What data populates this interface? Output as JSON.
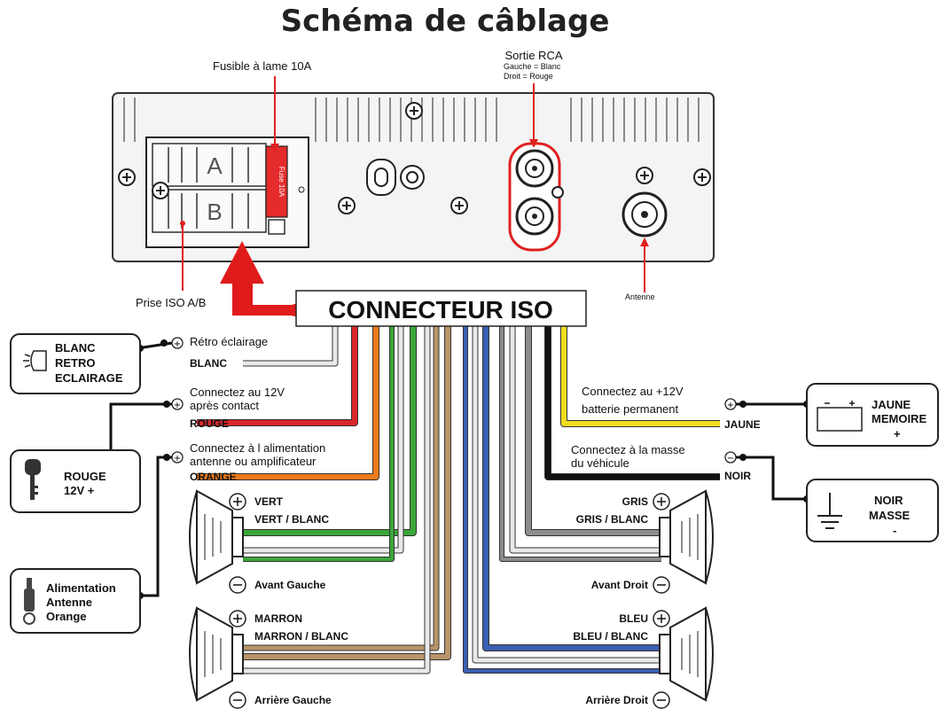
{
  "title": "Schéma de câblage",
  "head_unit": {
    "fuse_label": "Fusible à lame 10A",
    "fuse_marking": "Fuse 10A",
    "slot_a": "A",
    "slot_b": "B",
    "rca_title": "Sortie RCA",
    "rca_left": "Gauche = Blanc",
    "rca_right": "Droit = Rouge",
    "antenna_label": "Antenne",
    "iso_socket_label": "Prise ISO A/B"
  },
  "connector_label": "CONNECTEUR ISO",
  "left_wires": {
    "backlight_desc": "Rétro éclairage",
    "backlight_color": "BLANC",
    "ignition_desc_1": "Connectez au 12V",
    "ignition_desc_2": "après contact",
    "ignition_color": "ROUGE",
    "amp_desc_1": "Connectez à l alimentation",
    "amp_desc_2": "antenne ou amplificateur",
    "amp_color": "ORANGE"
  },
  "right_wires": {
    "battery_desc_1": "Connectez  au +12V",
    "battery_desc_2": "batterie permanent",
    "battery_color": "JAUNE",
    "ground_desc_1": "Connectez à la masse",
    "ground_desc_2": "du véhicule",
    "ground_color": "NOIR"
  },
  "boxes": {
    "backlight": [
      "BLANC",
      "RETRO",
      "ECLAIRAGE"
    ],
    "ignition": [
      "ROUGE",
      "12V +"
    ],
    "amp": [
      "Alimentation",
      "Antenne",
      "Orange"
    ],
    "memory": [
      "JAUNE",
      "MEMOIRE",
      "+"
    ],
    "ground": [
      "NOIR",
      "MASSE",
      "-"
    ]
  },
  "speakers": {
    "front_left": {
      "pos": "VERT",
      "neg": "VERT / BLANC",
      "name": "Avant Gauche"
    },
    "rear_left": {
      "pos": "MARRON",
      "neg": "MARRON / BLANC",
      "name": "Arrière Gauche"
    },
    "front_right": {
      "pos": "GRIS",
      "neg": "GRIS / BLANC",
      "name": "Avant Droit"
    },
    "rear_right": {
      "pos": "BLEU",
      "neg": "BLEU / BLANC",
      "name": "Arrière Droit"
    }
  },
  "symbols": {
    "plus": "+",
    "minus": "−"
  },
  "colors": {
    "white": "#e9e9e9",
    "red": "#d9262b",
    "orange": "#ef7a1a",
    "green": "#3aa63a",
    "brown": "#b8956a",
    "blue": "#3a5fb0",
    "grey": "#8c8c8c",
    "yellow": "#f2dc1e",
    "black": "#111111",
    "arrow_red": "#e01b1b"
  }
}
